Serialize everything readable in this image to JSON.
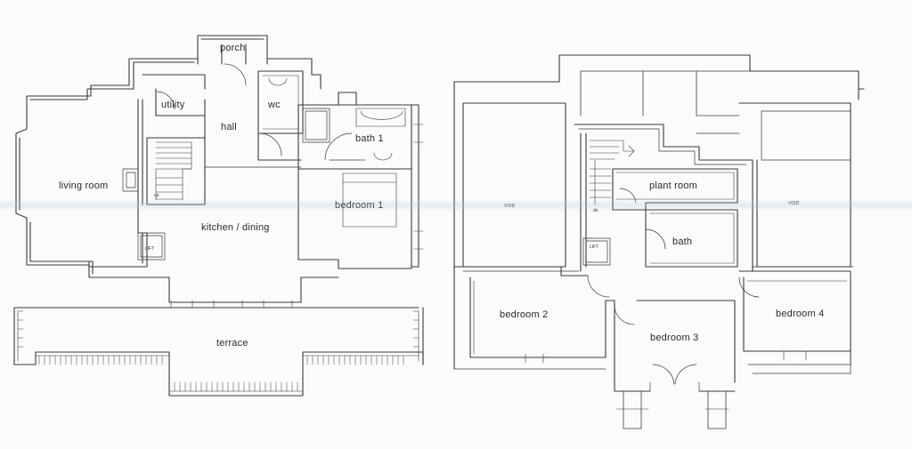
{
  "ground_floor": {
    "porch": "porch",
    "utility": "utility",
    "hall": "hall",
    "wc": "wc",
    "bath_1": "bath 1",
    "living_room": "living room",
    "bedroom_1": "bedroom 1",
    "kitchen_dining": "kitchen / dining",
    "lift": "LIFT",
    "terrace": "terrace",
    "up_marker": "up"
  },
  "first_floor": {
    "void_left": "VOID",
    "void_right": "VOID",
    "plant_room": "plant room",
    "bath": "bath",
    "lift": "LIFT",
    "dn_marker": "dn",
    "bedroom_2": "bedroom 2",
    "bedroom_3": "bedroom 3",
    "bedroom_4": "bedroom 4"
  },
  "colors": {
    "line": "#3a3a3a",
    "paper": "#fbfbfa"
  }
}
